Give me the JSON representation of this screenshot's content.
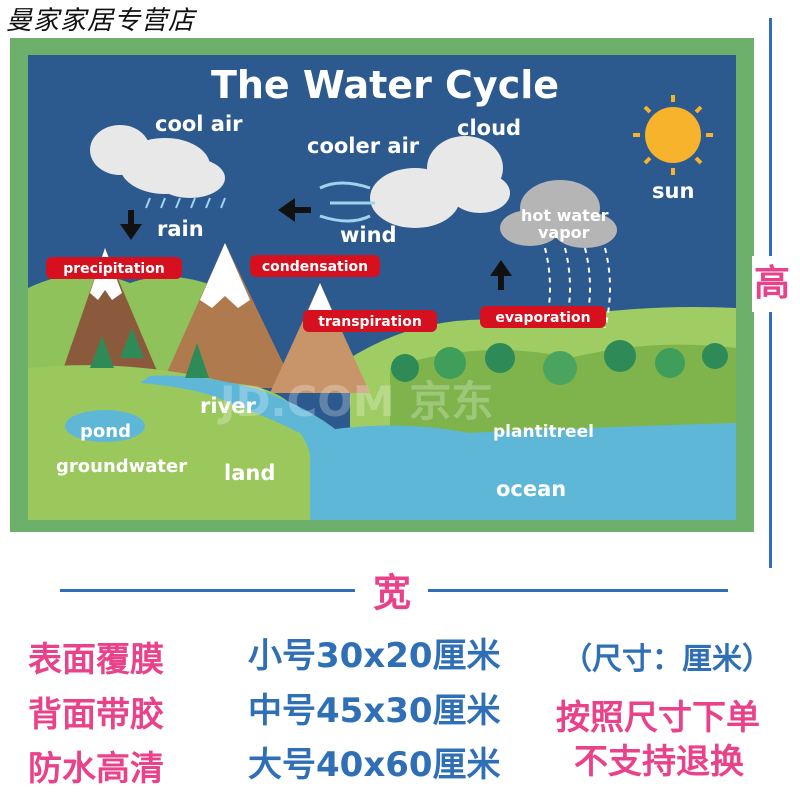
{
  "shop_name": "曼家家居专营店",
  "poster": {
    "title": "The Water Cycle",
    "labels": {
      "cool_air": "cool air",
      "cooler_air": "cooler air",
      "cloud": "cloud",
      "sun": "sun",
      "rain": "rain",
      "wind": "wind",
      "hot_water_vapor_1": "hot water",
      "hot_water_vapor_2": "vapor",
      "precipitation": "precipitation",
      "condensation": "condensation",
      "transpiration": "transpiration",
      "evaporation": "evaporation",
      "river": "river",
      "pond": "pond",
      "groundwater": "groundwater",
      "land": "land",
      "planttree": "plantitreel",
      "ocean": "ocean"
    },
    "watermark": "JD.COM 京东"
  },
  "dimensions": {
    "height_label": "高",
    "width_label": "宽"
  },
  "features": [
    "表面覆膜",
    "背面带胶",
    "防水高清"
  ],
  "sizes": [
    "小号30x20厘米",
    "中号45x30厘米",
    "大号40x60厘米"
  ],
  "notes": [
    "（尺寸：厘米）",
    "按照尺寸下单",
    "不支持退换"
  ],
  "colors": {
    "pink": "#e9428a",
    "blue": "#2f6fb5",
    "poster_bg": "#2d5a8e",
    "label_red": "#d6101f",
    "frame_green": "#6cb06b"
  }
}
